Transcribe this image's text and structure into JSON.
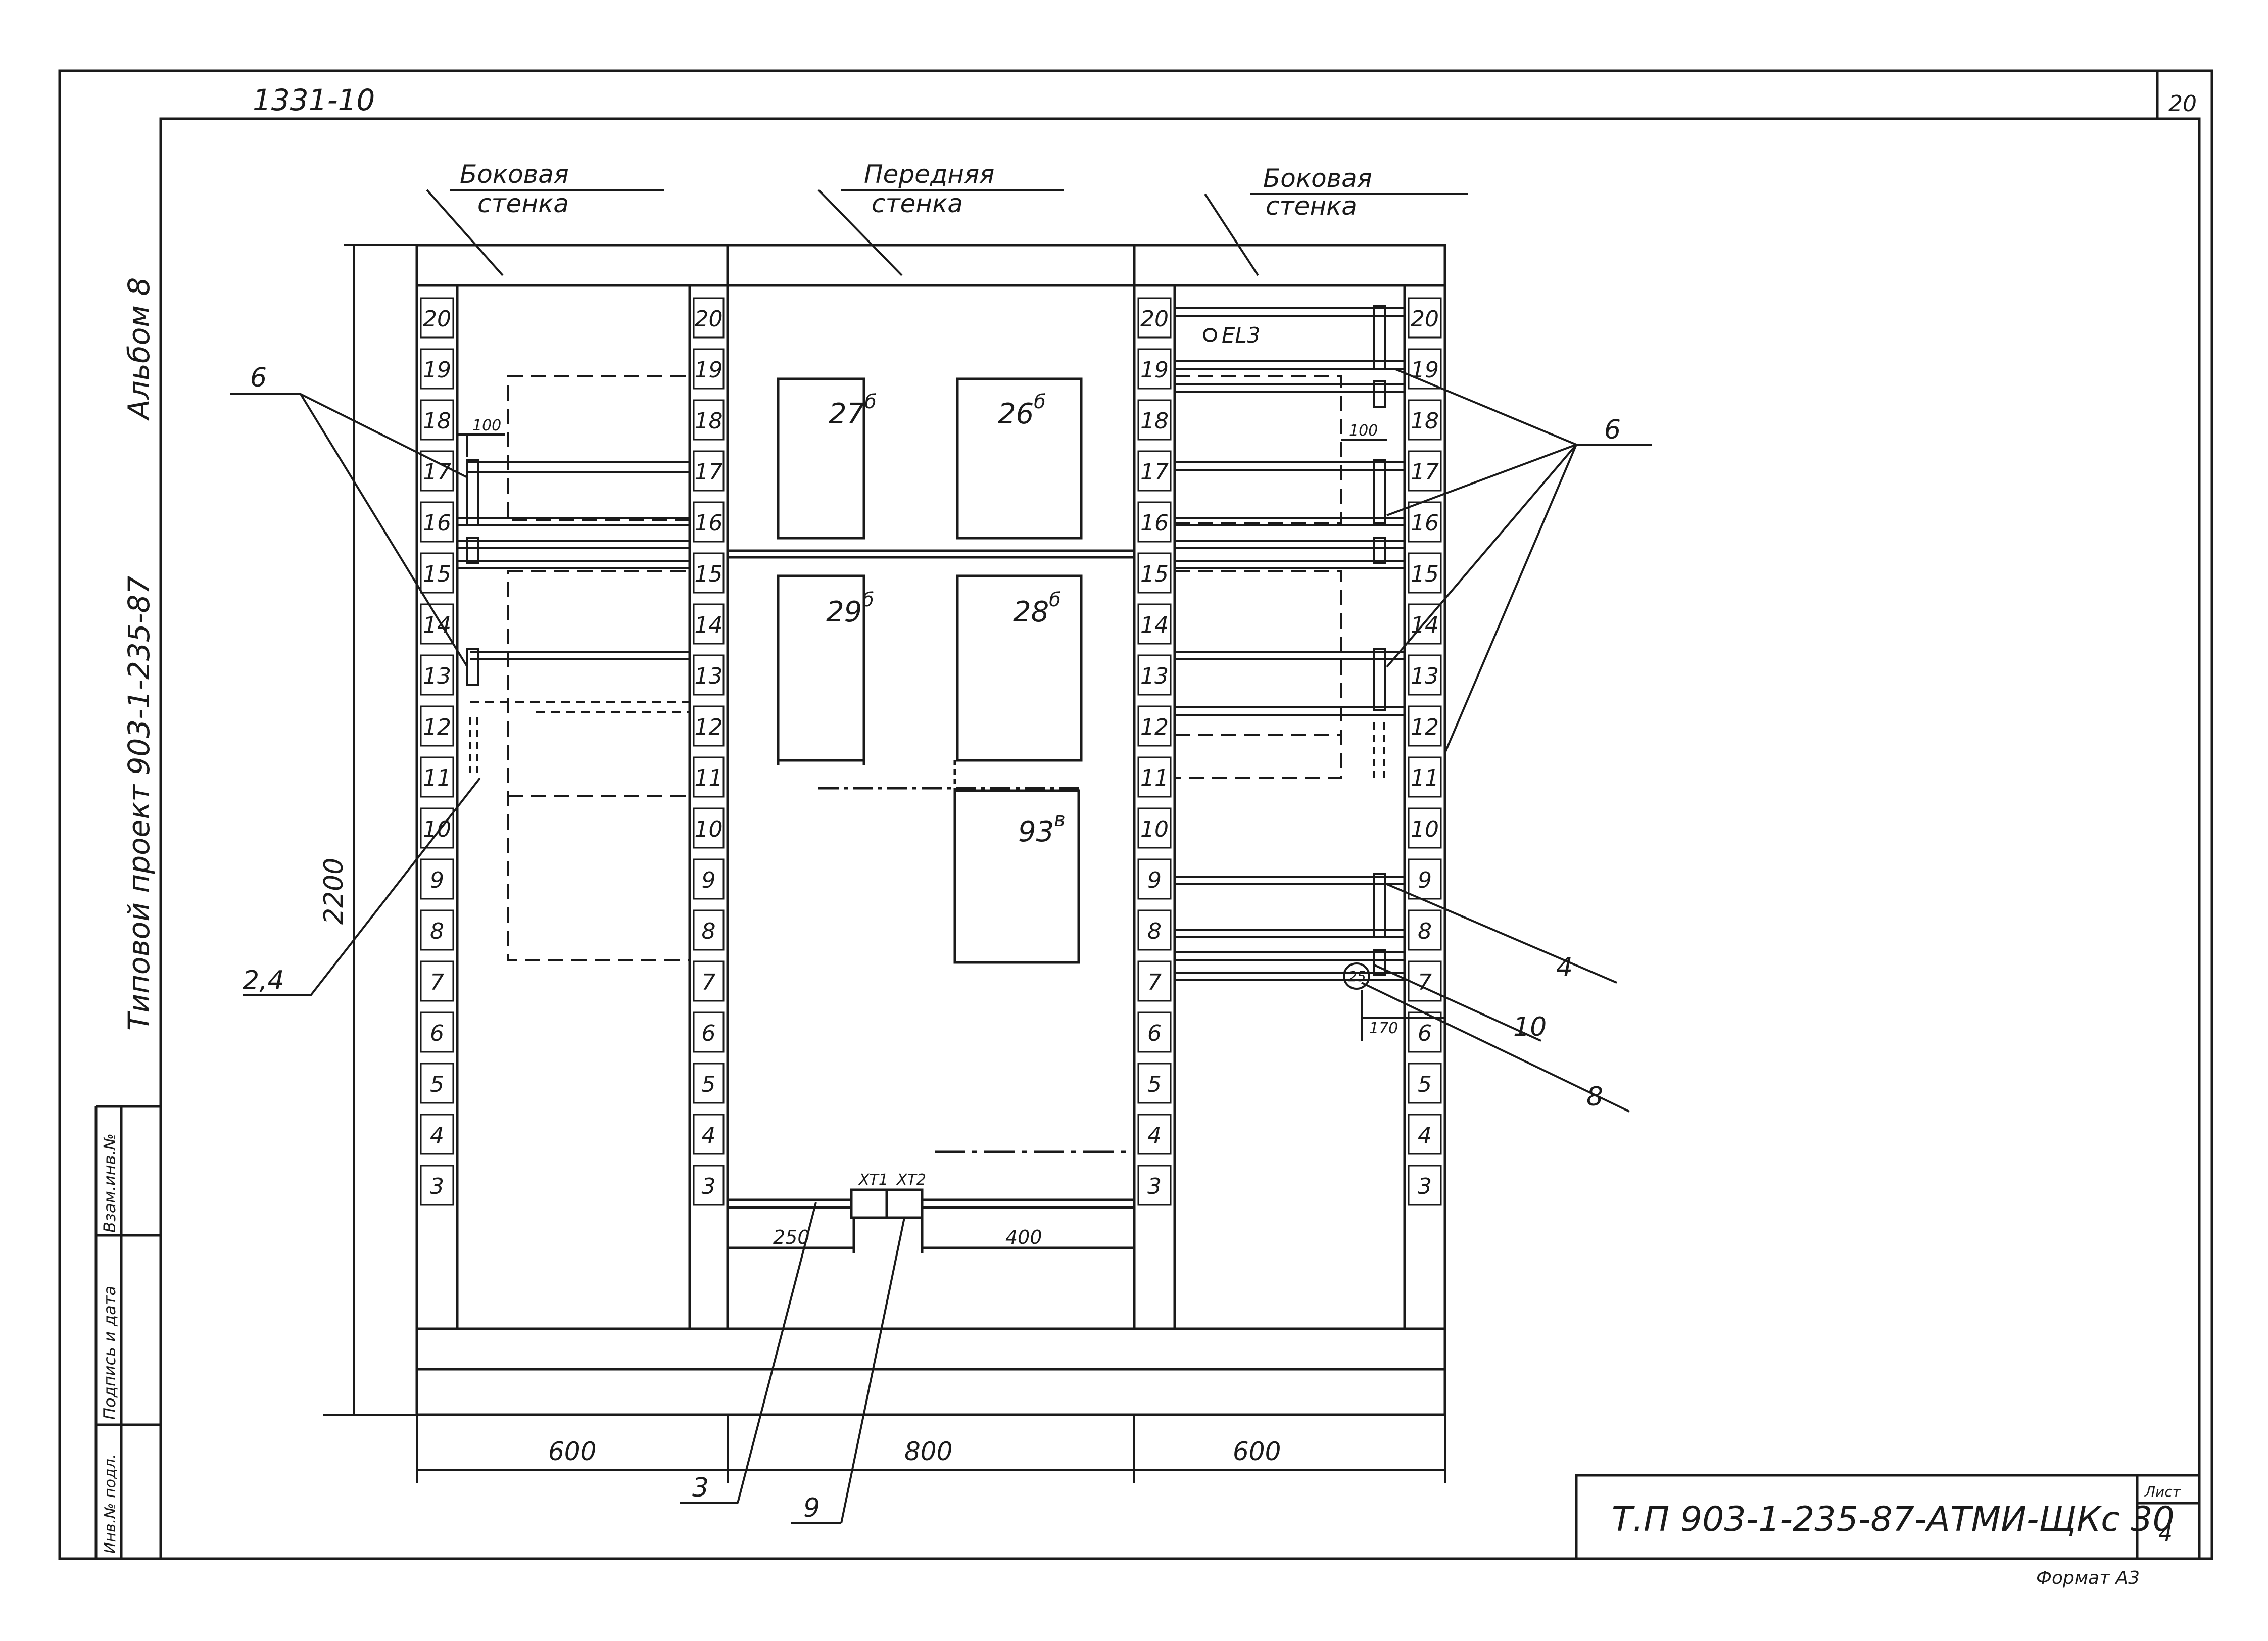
{
  "header": {
    "code": "1331-10",
    "sheet_number": "20"
  },
  "side_margin": {
    "album": "Альбом 8",
    "project": "Типовой проект 903-1-235-87",
    "stamp_labels": [
      "Взам.инв.№",
      "Подпись и дата",
      "Инв.№ подл."
    ]
  },
  "walls": {
    "left": [
      "Боковая",
      "стенка"
    ],
    "front": [
      "Передняя",
      "стенка"
    ],
    "right": [
      "Боковая",
      "стенка"
    ]
  },
  "rail_numbers": [
    "20",
    "19",
    "18",
    "17",
    "16",
    "15",
    "14",
    "13",
    "12",
    "11",
    "10",
    "9",
    "8",
    "7",
    "6",
    "5",
    "4",
    "3"
  ],
  "devices": {
    "d27": {
      "num": "27",
      "sup": "б"
    },
    "d26": {
      "num": "26",
      "sup": "б"
    },
    "d29": {
      "num": "29",
      "sup": "б"
    },
    "d28": {
      "num": "28",
      "sup": "б"
    },
    "d93": {
      "num": "93",
      "sup": "в"
    },
    "el3": "EL3",
    "xt1": "XT1",
    "xt2": "XT2",
    "circ": "25"
  },
  "dimensions": {
    "height": "2200",
    "w_left": "600",
    "w_mid": "800",
    "w_right": "600",
    "d100a": "100",
    "d100b": "100",
    "d170": "170",
    "d250": "250",
    "d400": "400"
  },
  "callouts": {
    "c6_left": "6",
    "c6_right": "6",
    "c24": "2,4",
    "c4": "4",
    "c10": "10",
    "c8": "8",
    "c3": "3",
    "c9": "9"
  },
  "title_block": {
    "designation": "Т.П 903-1-235-87-АТМИ-ЩКс 30",
    "sheet_label": "Лист",
    "sheet": "4"
  },
  "footer": {
    "format": "Формат А3"
  }
}
